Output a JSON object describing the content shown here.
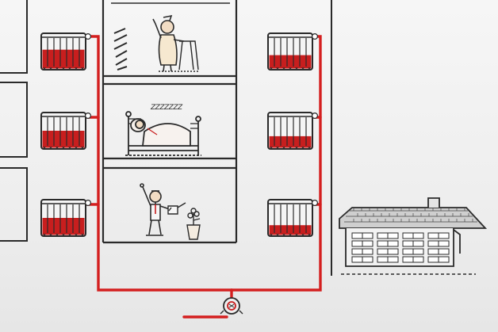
{
  "colors": {
    "pipe": "#d41f1f",
    "water": "#c81e1e",
    "ink": "#2a2a2a",
    "paper": "#f4f4f4"
  },
  "radiators": [
    {
      "id": "left-top",
      "fill": 0.55
    },
    {
      "id": "left-middle",
      "fill": 0.5
    },
    {
      "id": "left-bottom",
      "fill": 0.5
    },
    {
      "id": "right-top",
      "fill": 0.4
    },
    {
      "id": "right-middle",
      "fill": 0.35
    },
    {
      "id": "right-bottom",
      "fill": 0.3
    }
  ],
  "rooms": [
    {
      "id": "top",
      "scene": "elderly-person-with-walker"
    },
    {
      "id": "middle",
      "scene": "person-sleeping-in-bed"
    },
    {
      "id": "bottom",
      "scene": "person-watering-plant"
    }
  ],
  "icons": [
    "radiator-icon",
    "pump-icon",
    "house-icon",
    "bed-icon",
    "plant-icon"
  ],
  "sleep_text": "ZZZZZZZ"
}
